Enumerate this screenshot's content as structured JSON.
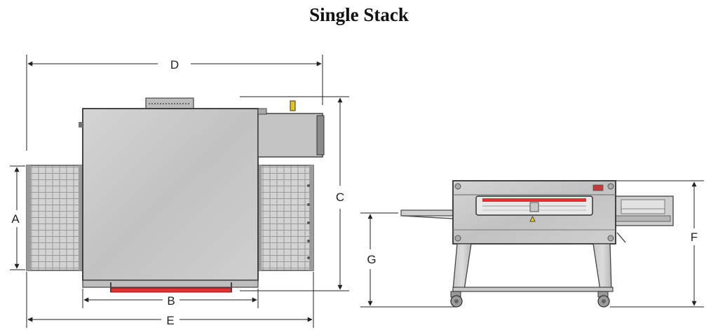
{
  "title": "Single Stack",
  "dimensions": {
    "a": "A",
    "b": "B",
    "c": "C",
    "d": "D",
    "e": "E",
    "f": "F",
    "g": "G"
  },
  "colors": {
    "steel": "#c9c9c9",
    "steel_dark": "#8f8f8f",
    "line": "#333333",
    "heater_red": "#e53030",
    "warning_yellow": "#f2d21b"
  }
}
